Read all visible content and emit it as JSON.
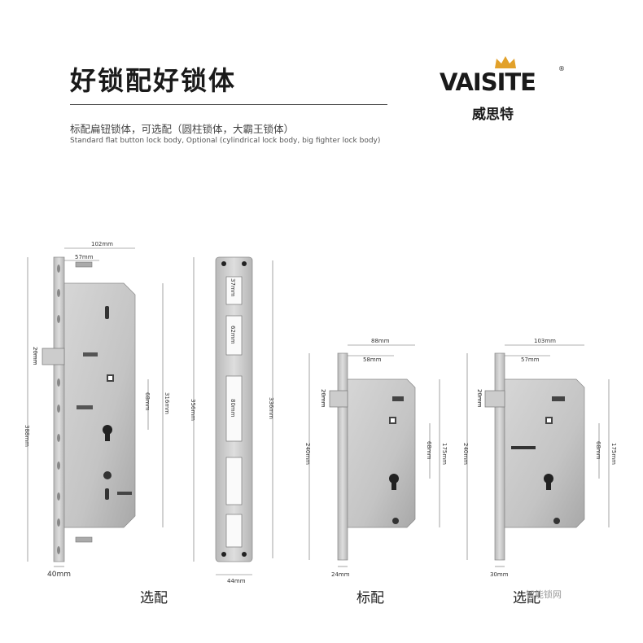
{
  "header": {
    "title": "好锁配好锁体",
    "subtitle_cn": "标配扁钮锁体，可选配（圆柱锁体，大霸王锁体）",
    "subtitle_en": "Standard flat button lock body, Optional (cylindrical lock body, big fighter lock body)"
  },
  "brand": {
    "name": "VAISITE",
    "name_cn": "威思特",
    "registered": "®",
    "crown_color": "#e2a12a"
  },
  "locks": [
    {
      "caption": "选配",
      "dims": {
        "width_top": "102mm",
        "width_inner": "57mm",
        "height_total": "388mm",
        "height_body": "316mm",
        "latch": "20mm",
        "spacing": "68mm",
        "faceplate": "40mm"
      }
    },
    {
      "caption": "",
      "dims": {
        "height_total": "356mm",
        "height_inner": "336mm",
        "slot1": "37mm",
        "slot2": "62mm",
        "slot3": "80mm",
        "width": "44mm"
      }
    },
    {
      "caption": "标配",
      "dims": {
        "width_top": "88mm",
        "width_inner": "58mm",
        "height_total": "240mm",
        "height_body": "175mm",
        "latch": "20mm",
        "spacing": "68mm",
        "faceplate": "24mm"
      }
    },
    {
      "caption": "选配",
      "dims": {
        "width_top": "103mm",
        "width_inner": "57mm",
        "height_total": "240mm",
        "height_body": "175mm",
        "latch": "20mm",
        "spacing": "68mm",
        "faceplate": "30mm"
      }
    }
  ],
  "watermark": "智能锁网"
}
